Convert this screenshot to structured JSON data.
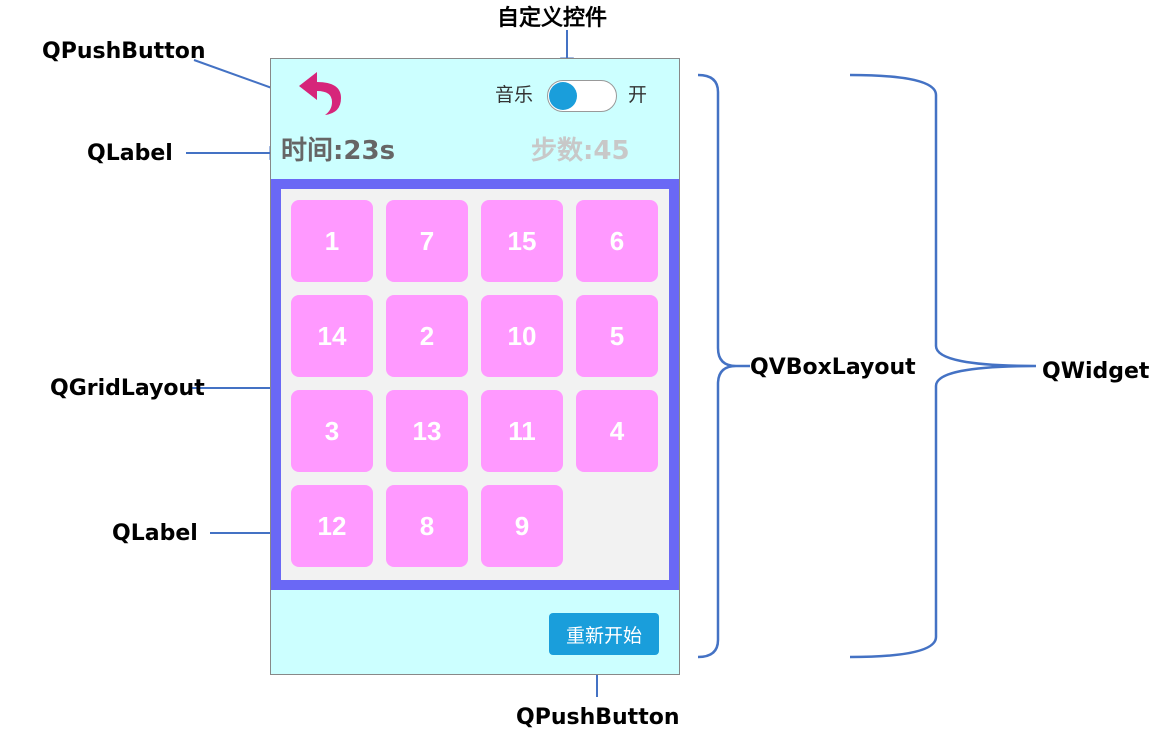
{
  "window": {
    "music_label": "音乐",
    "music_toggle_state": "开",
    "time_label": "时间:23s",
    "steps_label": "步数:45",
    "restart_label": "重新开始",
    "tiles": [
      {
        "row": 1,
        "col": 1,
        "label": "1"
      },
      {
        "row": 1,
        "col": 2,
        "label": "7"
      },
      {
        "row": 1,
        "col": 3,
        "label": "15"
      },
      {
        "row": 1,
        "col": 4,
        "label": "6"
      },
      {
        "row": 2,
        "col": 1,
        "label": "14"
      },
      {
        "row": 2,
        "col": 2,
        "label": "2"
      },
      {
        "row": 2,
        "col": 3,
        "label": "10"
      },
      {
        "row": 2,
        "col": 4,
        "label": "5"
      },
      {
        "row": 3,
        "col": 1,
        "label": "3"
      },
      {
        "row": 3,
        "col": 2,
        "label": "13"
      },
      {
        "row": 3,
        "col": 3,
        "label": "11"
      },
      {
        "row": 3,
        "col": 4,
        "label": "4"
      },
      {
        "row": 4,
        "col": 1,
        "label": "12"
      },
      {
        "row": 4,
        "col": 2,
        "label": "8"
      },
      {
        "row": 4,
        "col": 3,
        "label": "9"
      }
    ],
    "icons": {
      "back": "back-arrow-icon"
    }
  },
  "annotations": {
    "custom_widget": "自定义控件",
    "back_button": "QPushButton",
    "time_label": "QLabel",
    "grid_layout": "QGridLayout",
    "tile_label": "QLabel",
    "restart_button": "QPushButton",
    "vbox_layout": "QVBoxLayout",
    "widget": "QWidget"
  },
  "colors": {
    "window_bg": "#ccffff",
    "grid_border": "#6a68f5",
    "grid_bg": "#f2f2f2",
    "tile": "#ff99ff",
    "accent_blue": "#1a9edb",
    "back_arrow": "#d6257a",
    "annotation_line": "#4472c4"
  }
}
